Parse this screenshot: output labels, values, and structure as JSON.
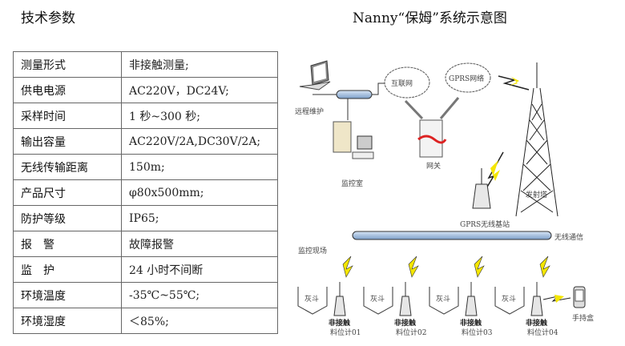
{
  "left_title": "技术参数",
  "right_title": "Nanny“保姆”系统示意图",
  "spec_table": [
    {
      "key": "测量形式",
      "value": "非接触测量;"
    },
    {
      "key": "供电电源",
      "value": "AC220V，DC24V;"
    },
    {
      "key": "采样时间",
      "value": "1 秒~300 秒;"
    },
    {
      "key": "输出容量",
      "value": "AC220V/2A,DC30V/2A;"
    },
    {
      "key": "无线传输距离",
      "value": "150m;"
    },
    {
      "key": "产品尺寸",
      "value": "φ80x500mm;"
    },
    {
      "key": "防护等级",
      "value": "IP65;"
    },
    {
      "key": "报　警",
      "value": "故障报警"
    },
    {
      "key": "监　护",
      "value": "24 小时不间断"
    },
    {
      "key": "环境温度",
      "value": "-35℃~55℃;"
    },
    {
      "key": "环境湿度",
      "value": "＜85%;"
    }
  ],
  "diagram": {
    "remote_maintenance": "远程维护",
    "internet": "互联网",
    "gprs_network": "GPRS网络",
    "monitor_room": "监控室",
    "gateway": "网关",
    "tower": "发射塔",
    "gprs_base_station": "GPRS无线基站",
    "wireless_comm": "无线通信",
    "monitor_site": "监控现场",
    "hopper": "灰斗",
    "sensor_type": "非接触",
    "level_meters": [
      "料位计01",
      "料位计02",
      "料位计03",
      "料位计04"
    ],
    "handheld": "手持盒"
  }
}
